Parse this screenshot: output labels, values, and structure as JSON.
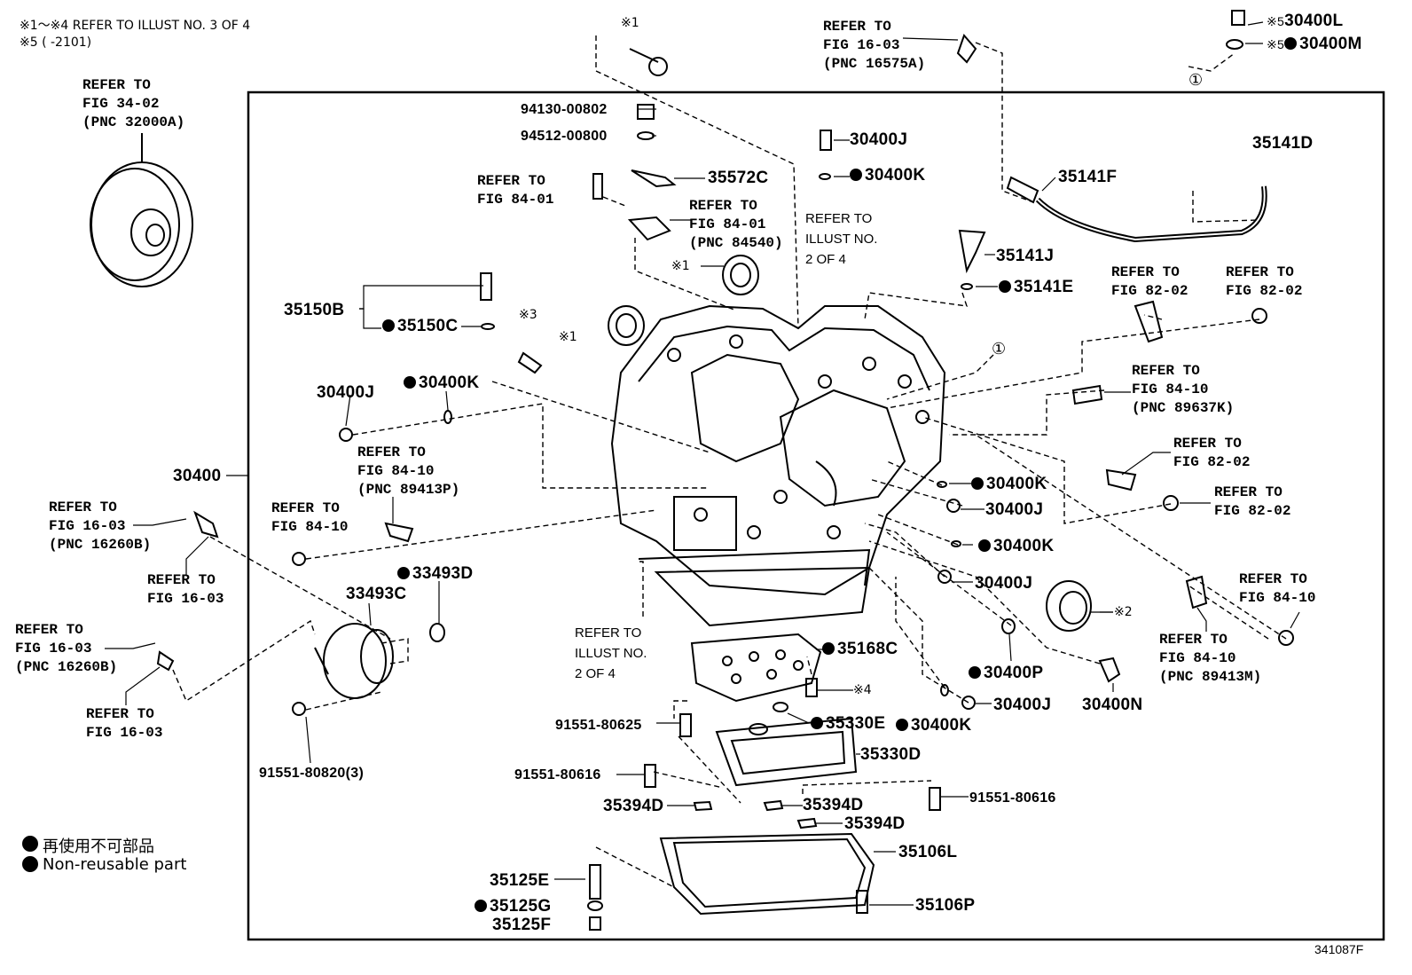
{
  "notes": {
    "line1": "※1～※4 REFER TO ILLUST NO. 3 OF 4",
    "line2": "※5 (      -2101)"
  },
  "figure_number": "341087F",
  "legend": {
    "jp": "再使用不可部品",
    "en": "Non-reusable part"
  },
  "parts": {
    "p30400L": "30400L",
    "p30400M": "30400M",
    "p30400J_top": "30400J",
    "p30400K_top": "30400K",
    "p94130": "94130-00802",
    "p94512": "94512-00800",
    "p35572C": "35572C",
    "p35141D": "35141D",
    "p35141F": "35141F",
    "p35141J": "35141J",
    "p35141E": "35141E",
    "p35150B": "35150B",
    "p35150C": "35150C",
    "p30400J_left": "30400J",
    "p30400K_left": "30400K",
    "p30400": "30400",
    "p33493D": "33493D",
    "p33493C": "33493C",
    "p35168C": "35168C",
    "p30400K_r1": "30400K",
    "p30400J_r1": "30400J",
    "p30400K_r2": "30400K",
    "p30400J_r2": "30400J",
    "p30400P": "30400P",
    "p30400J_r3": "30400J",
    "p30400N": "30400N",
    "p35330E": "35330E",
    "p30400K_bot": "30400K",
    "p91551_80625": "91551-80625",
    "p35330D": "35330D",
    "p91551_80616a": "91551-80616",
    "p91551_80616b": "91551-80616",
    "p35394D_a": "35394D",
    "p35394D_b": "35394D",
    "p35394D_c": "35394D",
    "p35106L": "35106L",
    "p35125E": "35125E",
    "p35125G": "35125G",
    "p35125F": "35125F",
    "p35106P": "35106P",
    "p91551_80820": "91551-80820(3)"
  },
  "marks": {
    "m1_top": "※1",
    "m1_seal": "※1",
    "m1_seal2": "※1",
    "m3": "※3",
    "m4": "※4",
    "m2": "※2",
    "m5a": "※5",
    "m5b": "※5",
    "circ1a": "①",
    "circ1b": "①"
  },
  "refs": {
    "r_32000A": "REFER TO\nFIG 34-02\n(PNC 32000A)",
    "r_16575A": "REFER TO\nFIG 16-03\n(PNC 16575A)",
    "r_84_01a": "REFER TO\nFIG 84-01",
    "r_84540": "REFER TO\nFIG 84-01\n(PNC 84540)",
    "r_82_02a": "REFER TO\nFIG 82-02",
    "r_82_02b": "REFER TO\nFIG 82-02",
    "r_89637K": "REFER TO\nFIG 84-10\n(PNC 89637K)",
    "r_82_02c": "REFER TO\nFIG 82-02",
    "r_82_02d": "REFER TO\nFIG 82-02",
    "r_89413P": "REFER TO\nFIG 84-10\n(PNC 89413P)",
    "r_84_10a": "REFER TO\nFIG 84-10",
    "r_16260B_a": "REFER TO\nFIG 16-03\n(PNC 16260B)",
    "r_16_03a": "REFER TO\nFIG 16-03",
    "r_16260B_b": "REFER TO\nFIG 16-03\n(PNC 16260B)",
    "r_16_03b": "REFER TO\nFIG 16-03",
    "r_84_10b": "REFER TO\nFIG 84-10",
    "r_89413M": "REFER TO\nFIG 84-10\n(PNC 89413M)"
  },
  "illust_refs": {
    "top": "REFER TO\nILLUST NO.\n2 OF 4",
    "mid": "REFER TO\nILLUST NO.\n2 OF 4"
  }
}
